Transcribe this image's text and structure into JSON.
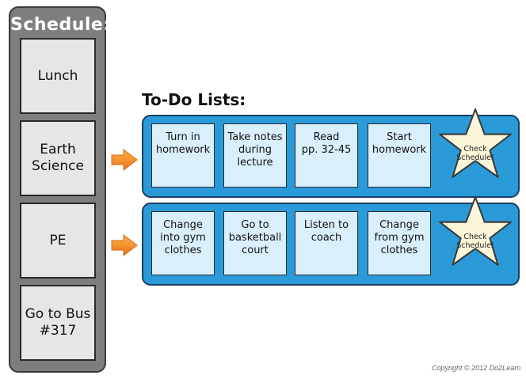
{
  "schedule": {
    "title": "Schedule:",
    "items": [
      {
        "label": "Lunch"
      },
      {
        "label": "Earth\nScience"
      },
      {
        "label": "PE"
      },
      {
        "label": "Go to Bus\n#317"
      }
    ]
  },
  "todo": {
    "title": "To-Do Lists:",
    "lists": [
      {
        "tasks": [
          {
            "label": "Turn in\nhomework"
          },
          {
            "label": "Take notes\nduring\nlecture"
          },
          {
            "label": "Read\npp. 32-45"
          },
          {
            "label": "Start\nhomework"
          }
        ],
        "star_label": "Check\nSchedule!"
      },
      {
        "tasks": [
          {
            "label": "Change\ninto gym\nclothes"
          },
          {
            "label": "Go to\nbasketball\ncourt"
          },
          {
            "label": "Listen to\ncoach"
          },
          {
            "label": "Change\nfrom gym\nclothes"
          }
        ],
        "star_label": "Check\nSchedule!"
      }
    ]
  },
  "copyright": "Copyright © 2012 Do2Learn",
  "colors": {
    "schedule_panel": "#7e7e7e",
    "schedule_card": "#e6e6e6",
    "todo_row": "#2a9ad8",
    "task_card": "#daeffc",
    "star_fill": "#fdf6d8",
    "arrow": "#f08a1c"
  },
  "icons": [
    "arrow-right-icon",
    "star-icon"
  ]
}
